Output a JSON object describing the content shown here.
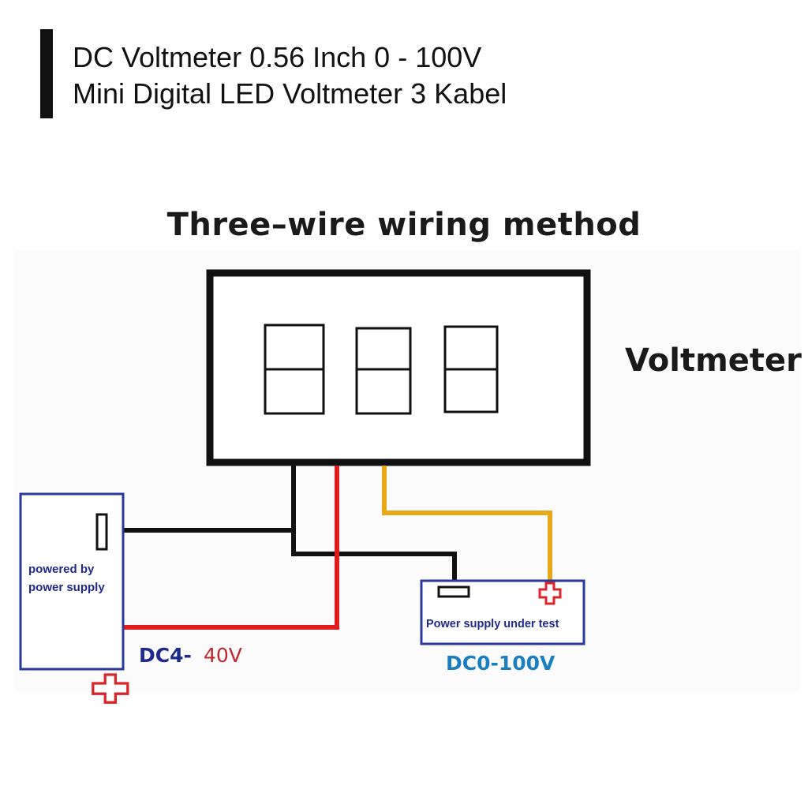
{
  "header": {
    "title_line_1": "DC Voltmeter 0.56 Inch 0 - 100V",
    "title_line_2": "Mini Digital LED Voltmeter 3 Kabel"
  },
  "diagram": {
    "heading": "Three–wire wiring method",
    "device_label": "Voltmeter",
    "supply_box": {
      "text_line_1": "powered by",
      "text_line_2": "power supply",
      "range_prefix": "DC4-",
      "range_value": "40V"
    },
    "test_box": {
      "text": "Power supply under test",
      "range": "DC0-100V"
    },
    "colors": {
      "wire_black": "#111111",
      "wire_red": "#e01b1b",
      "wire_yellow": "#e8a818",
      "box_border": "#2a3a9a",
      "plus_red": "#d8262b",
      "label_blue": "#1f2b8c",
      "label_red": "#c0282b",
      "label_cyan": "#1a7fbf"
    }
  }
}
